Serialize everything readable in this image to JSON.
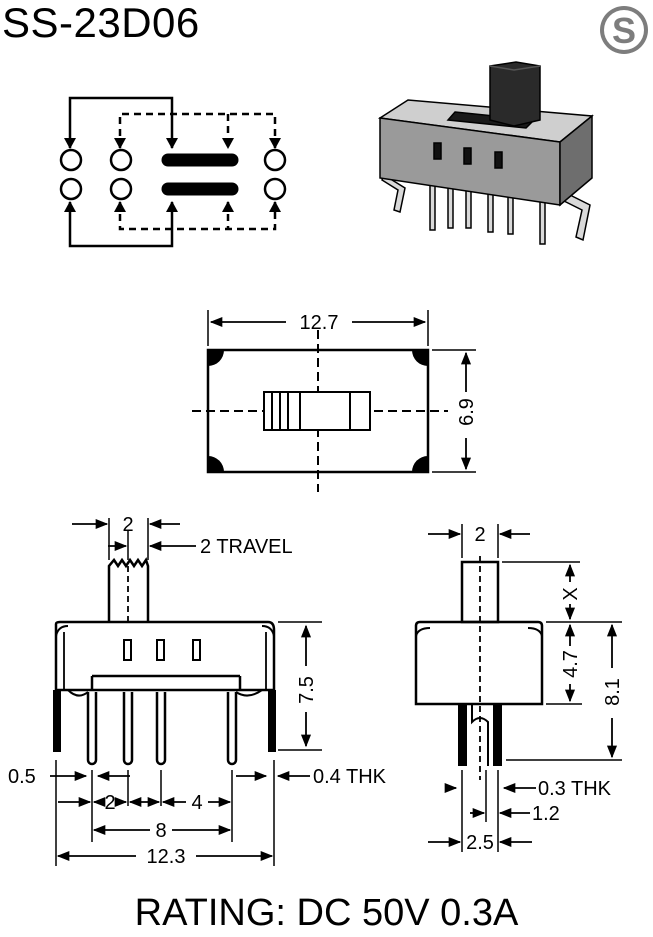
{
  "header": {
    "part_number": "SS-23D06",
    "logo_letter": "S"
  },
  "top_view": {
    "width": "12.7",
    "height": "6.9"
  },
  "front_view": {
    "actuator_width": "2",
    "travel": "2 TRAVEL",
    "height": "7.5",
    "pin_width": "0.5",
    "pin_thickness": "0.4 THK",
    "pitch": "2",
    "pitch_outer": "4",
    "pin_span": "8",
    "body_length": "12.3"
  },
  "side_view": {
    "actuator_width": "2",
    "actuator_height": "X",
    "body_height": "4.7",
    "total_height": "8.1",
    "pin_thickness": "0.3 THK",
    "pin_offset": "1.2",
    "pin_span": "2.5"
  },
  "footer": {
    "rating": "RATING: DC 50V 0.3A"
  }
}
